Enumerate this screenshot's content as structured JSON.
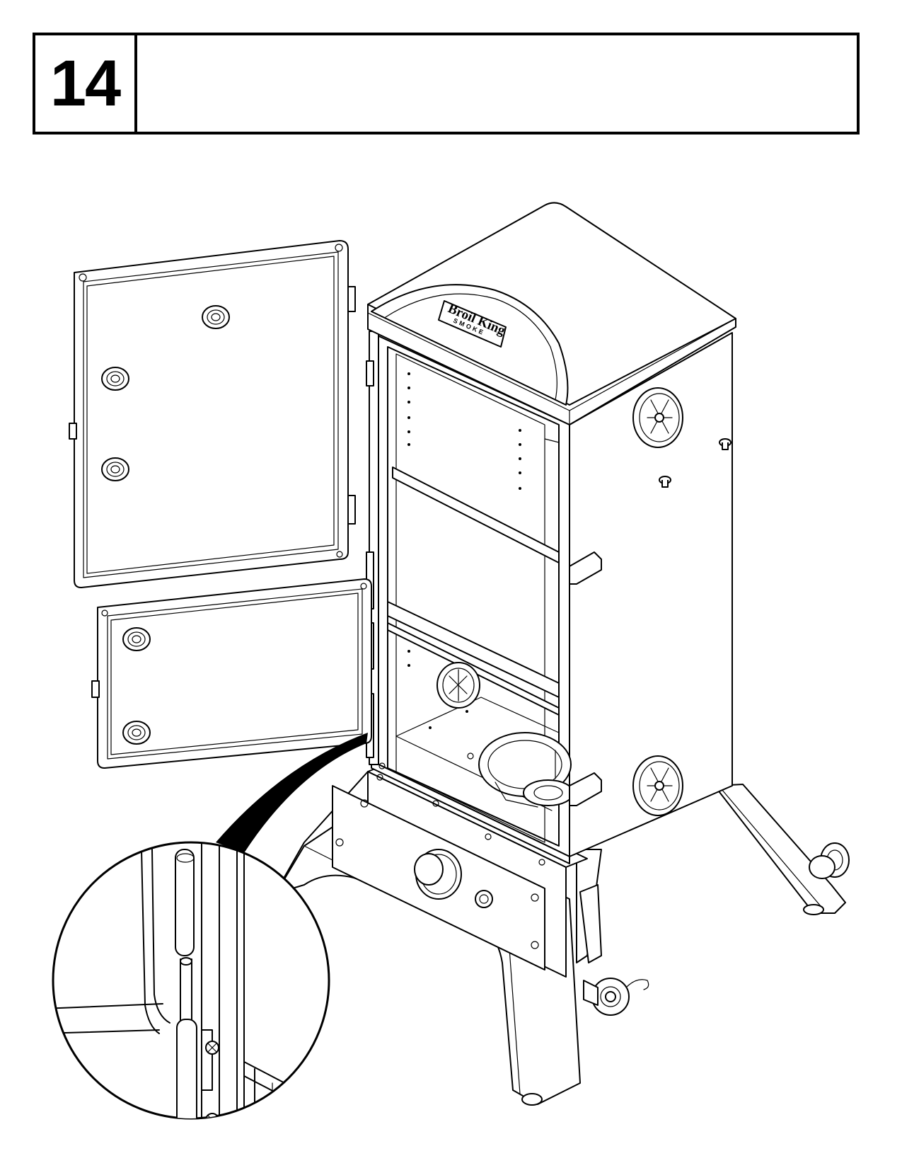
{
  "step": {
    "number": "14",
    "instruction": ""
  },
  "logo": {
    "brand": "Broil King",
    "subtitle": "SMOKE"
  },
  "icons": {
    "hinge-detail": "magnifier-circle"
  }
}
